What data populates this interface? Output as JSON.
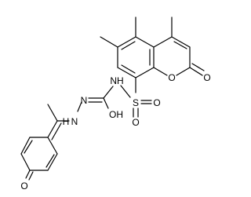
{
  "molecule": {
    "atoms": {
      "ring_O": "O",
      "carbonyl_O_coumarin": "O",
      "sulfonamide_NH": "NH",
      "sulfonyl_S": "S",
      "sulfonyl_O_right": "O",
      "sulfonyl_O_bottom": "O",
      "urea_N": "N",
      "urea_OH": "OH",
      "hydrazine_HN_left": "H",
      "hydrazine_N": "N",
      "quinone_O": "O"
    }
  }
}
